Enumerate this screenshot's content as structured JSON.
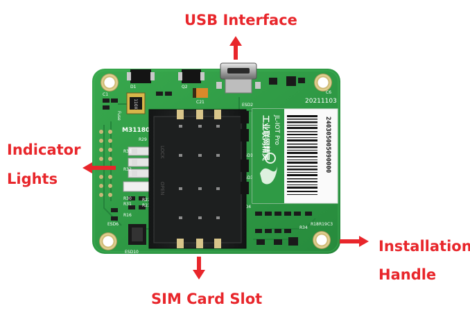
{
  "labels": {
    "usb_interface": "USB Interface",
    "indicator_line1": "Indicator",
    "indicator_line2": "Lights",
    "installation_line1": "Installation",
    "installation_line2": "Handle",
    "sim_card_slot": "SIM Card Slot"
  },
  "board": {
    "date_code": "20211103",
    "product_name_cn": "工业联网精灵",
    "product_model": "JL-IOT Pro",
    "barcode_number": "240305005090000",
    "chip_marking": "M311808",
    "open_marking": "OPEN",
    "lock_marking": "LOCK",
    "fuse_marking": "Fuse",
    "silkscreen": [
      "R29",
      "R33",
      "R32",
      "R30",
      "R31",
      "R22",
      "R23",
      "R16",
      "C21",
      "ESD1",
      "ESD2",
      "ESD3",
      "ESD4",
      "ESD6",
      "ESD10",
      "R34",
      "R18",
      "R19",
      "C3",
      "C6",
      "Q2",
      "D1",
      "C1"
    ]
  },
  "colors": {
    "annotation": "#e8262b",
    "pcb": "#2f9a45",
    "pcb_dark": "#1f6e30",
    "copper_pad": "#d8c58a",
    "sim_holder": "#1a1c1c"
  }
}
